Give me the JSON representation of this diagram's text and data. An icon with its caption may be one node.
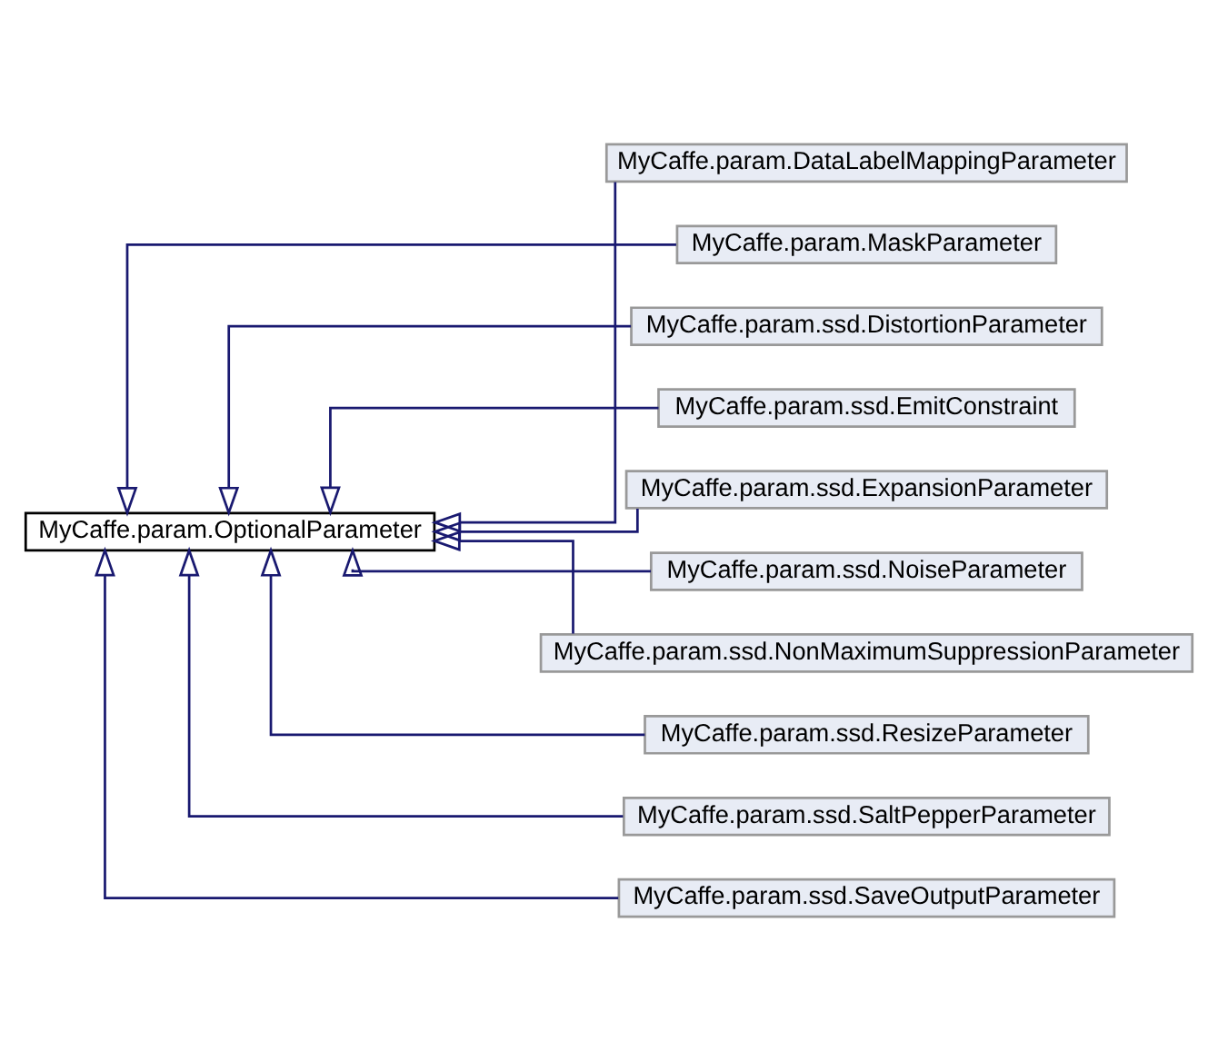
{
  "diagram": {
    "nodes": [
      {
        "text": [
          "MyCaffe.param.OptionalParameter"
        ]
      },
      {
        "text": [
          "MyCaffe.param.DataLabelMappingParameter"
        ]
      },
      {
        "text": [
          "MyCaffe.param.MaskParameter"
        ]
      },
      {
        "text": [
          "MyCaffe.param.ssd.DistortionParameter"
        ]
      },
      {
        "text": [
          "MyCaffe.param.ssd.EmitConstraint"
        ]
      },
      {
        "text": [
          "MyCaffe.param.ssd.ExpansionParameter"
        ]
      },
      {
        "text": [
          "MyCaffe.param.ssd.NoiseParameter"
        ]
      },
      {
        "text": [
          "MyCaffe.param.ssd.NonMaximumSuppressionParameter"
        ]
      },
      {
        "text": [
          "MyCaffe.param.ssd.ResizeParameter"
        ]
      },
      {
        "text": [
          "MyCaffe.param.ssd.SaltPepperParameter"
        ]
      },
      {
        "text": [
          "MyCaffe.param.ssd.SaveOutputParameter"
        ]
      }
    ],
    "edges": [
      {
        "from": 1,
        "to": 0,
        "arrow": "to"
      },
      {
        "from": 2,
        "to": 0,
        "arrow": "to"
      },
      {
        "from": 3,
        "to": 0,
        "arrow": "to"
      },
      {
        "from": 4,
        "to": 0,
        "arrow": "to"
      },
      {
        "from": 5,
        "to": 0,
        "arrow": "to"
      },
      {
        "from": 6,
        "to": 0,
        "arrow": "to"
      },
      {
        "from": 7,
        "to": 0,
        "arrow": "to"
      },
      {
        "from": 8,
        "to": 0,
        "arrow": "to"
      },
      {
        "from": 9,
        "to": 0,
        "arrow": "to"
      },
      {
        "from": 10,
        "to": 0,
        "arrow": "to"
      }
    ]
  }
}
